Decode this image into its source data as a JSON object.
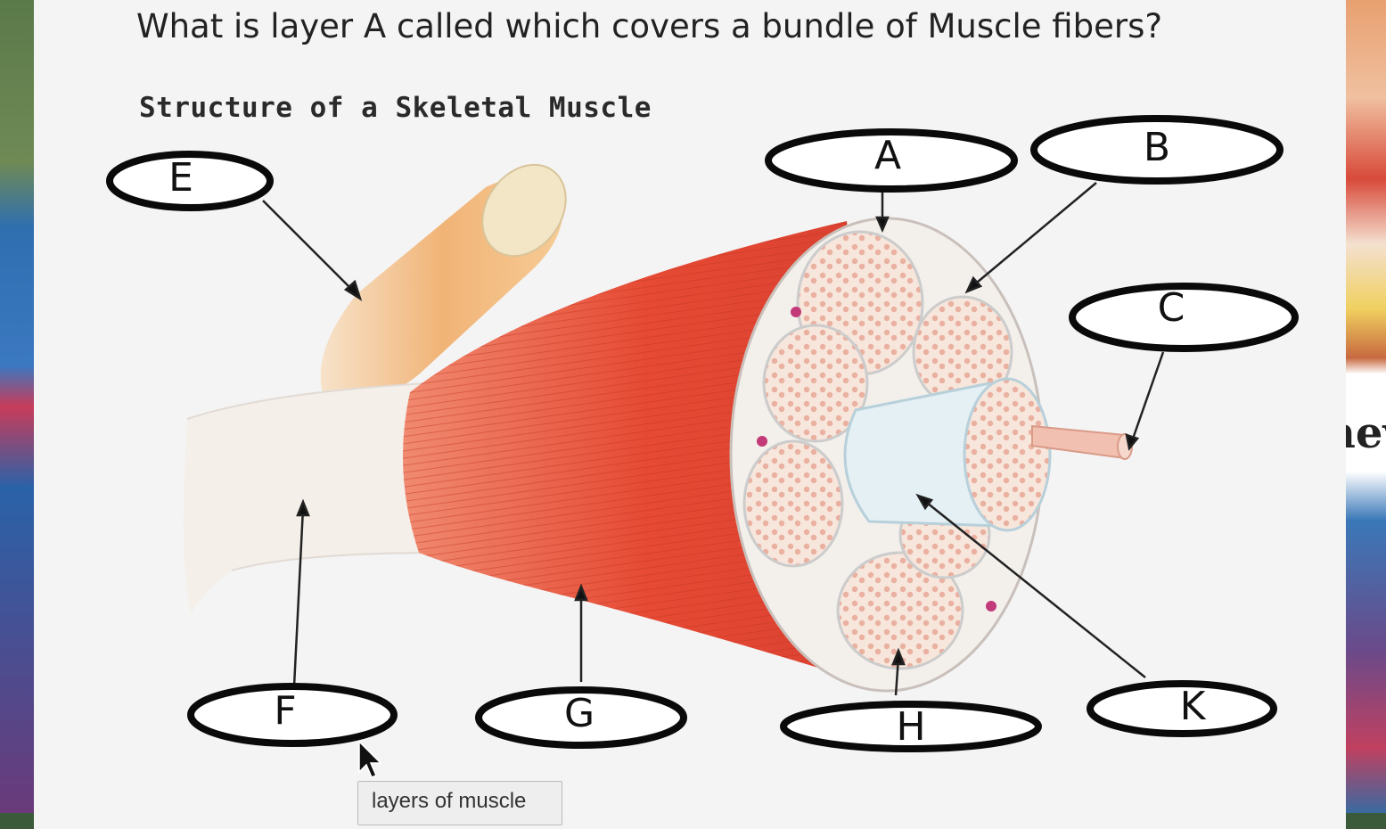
{
  "question": "What is layer A called which covers a bundle of Muscle fibers?",
  "diagram_title": "Structure of a Skeletal Muscle",
  "labels": {
    "A": "A",
    "B": "B",
    "C": "C",
    "E": "E",
    "F": "F",
    "G": "G",
    "H": "H",
    "K": "K"
  },
  "tooltip": "layers of muscle",
  "side_text": "nev",
  "colors": {
    "muscle": "#e8503a",
    "tendon": "#f3eee9",
    "bone": "#f1b878",
    "fascicle": "#f6dcd0",
    "outline": "#0a0a0a"
  }
}
